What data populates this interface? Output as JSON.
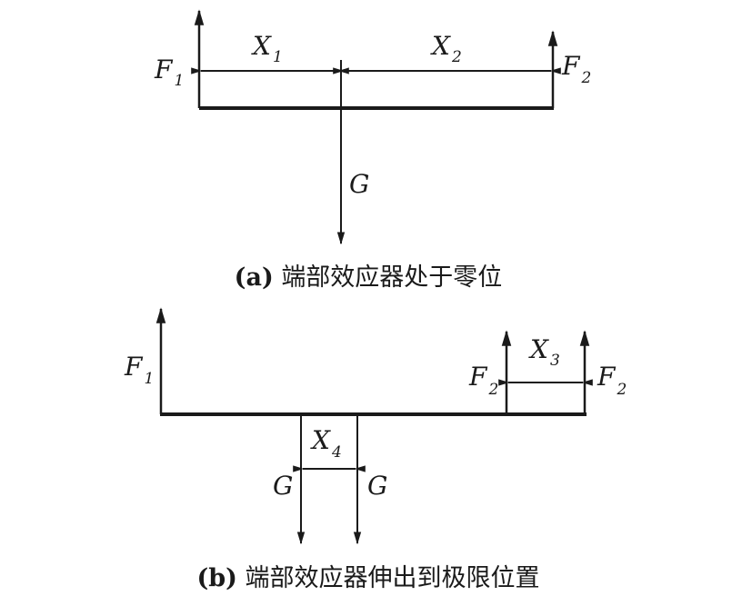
{
  "panel_a": {
    "caption_tag": "(a)",
    "caption_text": "端部效应器处于零位",
    "labels": {
      "F1": "F",
      "F1_sub": "1",
      "F2": "F",
      "F2_sub": "2",
      "X1": "X",
      "X1_sub": "1",
      "X2": "X",
      "X2_sub": "2",
      "G": "G"
    }
  },
  "panel_b": {
    "caption_tag": "(b)",
    "caption_text": "端部效应器伸出到极限位置",
    "labels": {
      "F1": "F",
      "F1_sub": "1",
      "F2a": "F",
      "F2a_sub": "2",
      "F2b": "F",
      "F2b_sub": "2",
      "X3": "X",
      "X3_sub": "3",
      "X4": "X",
      "X4_sub": "4",
      "G_left": "G",
      "G_right": "G"
    }
  },
  "colors": {
    "ink": "#1a1a1a",
    "background": "#ffffff"
  }
}
